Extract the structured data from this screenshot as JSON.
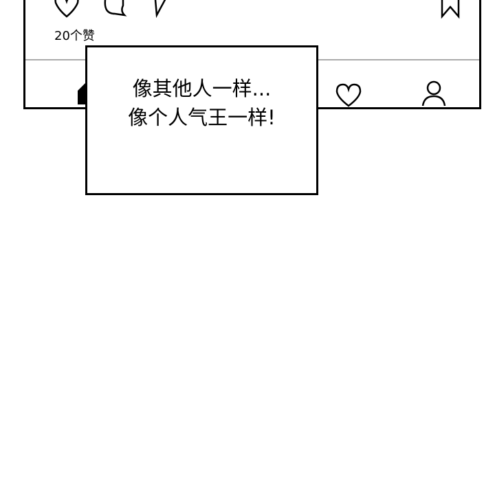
{
  "post": {
    "likes": "20个赞"
  },
  "dialog": {
    "line1": "像其他人一样...",
    "line2": "像个人气王一样!"
  }
}
